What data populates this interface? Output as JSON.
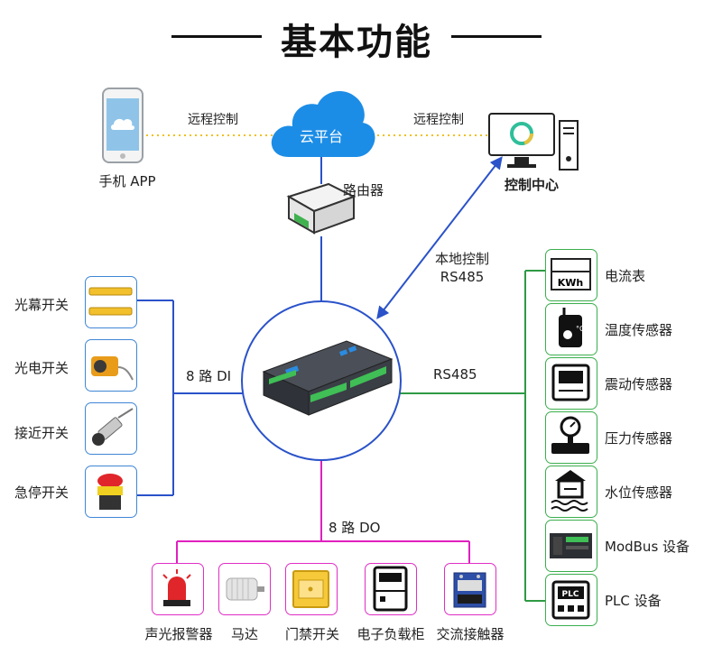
{
  "title": "基本功能",
  "cloud": {
    "label": "云平台"
  },
  "phone": {
    "label": "手机 APP",
    "link_label": "远程控制"
  },
  "control_center": {
    "label": "控制中心",
    "link_label": "远程控制"
  },
  "router": {
    "label": "路由器"
  },
  "local_link": {
    "line1": "本地控制",
    "line2": "RS485"
  },
  "di": {
    "label": "8 路 DI",
    "items": [
      {
        "label": "光幕开关"
      },
      {
        "label": "光电开关"
      },
      {
        "label": "接近开关"
      },
      {
        "label": "急停开关"
      }
    ]
  },
  "rs485": {
    "label": "RS485",
    "items": [
      {
        "label": "电流表",
        "icon_text": "KWh"
      },
      {
        "label": "温度传感器",
        "icon_text": "°C"
      },
      {
        "label": "震动传感器"
      },
      {
        "label": "压力传感器"
      },
      {
        "label": "水位传感器"
      },
      {
        "label": "ModBus 设备"
      },
      {
        "label": "PLC 设备",
        "icon_text": "PLC"
      }
    ]
  },
  "do": {
    "label": "8 路 DO",
    "items": [
      {
        "label": "声光报警器"
      },
      {
        "label": "马达"
      },
      {
        "label": "门禁开关"
      },
      {
        "label": "电子负载柜"
      },
      {
        "label": "交流接触器"
      }
    ]
  },
  "colors": {
    "di_line": "#2a52c9",
    "rs485_line": "#2f9a45",
    "do_line": "#e020c0",
    "cloud_line": "#2a52c9",
    "remote_line": "#f0c020",
    "cloud_fill": "#1c8de6"
  }
}
